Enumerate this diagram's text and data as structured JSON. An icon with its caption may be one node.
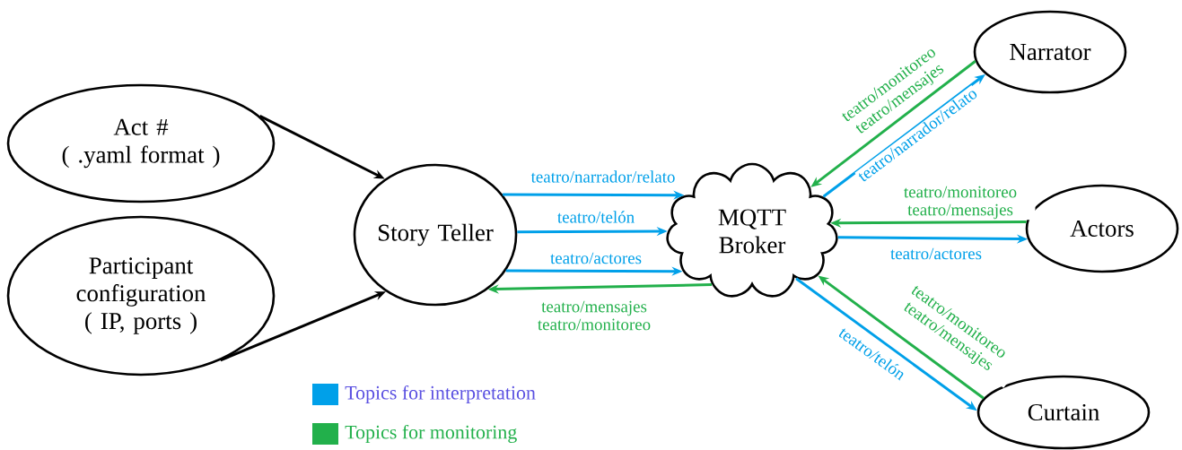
{
  "diagram": {
    "nodes": [
      {
        "text": [
          "Act #",
          "( .yaml format )"
        ]
      },
      {
        "text": [
          "Participant configuration",
          "( IP, ports )"
        ]
      },
      {
        "text": [
          "Story Teller"
        ]
      },
      {
        "text": [
          "MQTT Broker"
        ]
      },
      {
        "text": [
          "Narrator"
        ]
      },
      {
        "text": [
          "Actors"
        ]
      },
      {
        "text": [
          "Curtain"
        ]
      }
    ],
    "edges": [
      {
        "from": 0,
        "to": 2,
        "arrow": "to",
        "color": "#000000"
      },
      {
        "from": 1,
        "to": 2,
        "arrow": "to",
        "color": "#000000"
      },
      {
        "from": 2,
        "to": 3,
        "arrow": "to",
        "label": "teatro/narrador/relato",
        "color": "#00a0e9"
      },
      {
        "from": 2,
        "to": 3,
        "arrow": "to",
        "label": "teatro/telón",
        "color": "#00a0e9"
      },
      {
        "from": 2,
        "to": 3,
        "arrow": "to",
        "label": "teatro/actores",
        "color": "#00a0e9"
      },
      {
        "from": 3,
        "to": 2,
        "arrow": "to",
        "label": "teatro/mensajes teatro/monitoreo",
        "color": "#22b04b"
      },
      {
        "from": 4,
        "to": 3,
        "arrow": "to",
        "label": "teatro/monitoreo teatro/mensajes",
        "color": "#22b04b"
      },
      {
        "from": 3,
        "to": 4,
        "arrow": "to",
        "label": "teatro/narrador/relato",
        "color": "#00a0e9"
      },
      {
        "from": 5,
        "to": 3,
        "arrow": "to",
        "label": "teatro/monitoreo teatro/mensajes",
        "color": "#22b04b"
      },
      {
        "from": 3,
        "to": 5,
        "arrow": "to",
        "label": "teatro/actores",
        "color": "#00a0e9"
      },
      {
        "from": 6,
        "to": 3,
        "arrow": "to",
        "label": "teatro/monitoreo teatro/mensajes",
        "color": "#22b04b"
      },
      {
        "from": 3,
        "to": 6,
        "arrow": "to",
        "label": "teatro/telón",
        "color": "#00a0e9"
      }
    ],
    "legend": [
      {
        "text": "Topics for interpretation",
        "color": "#00a0e9"
      },
      {
        "text": "Topics for monitoring",
        "color": "#22b04b"
      }
    ]
  }
}
